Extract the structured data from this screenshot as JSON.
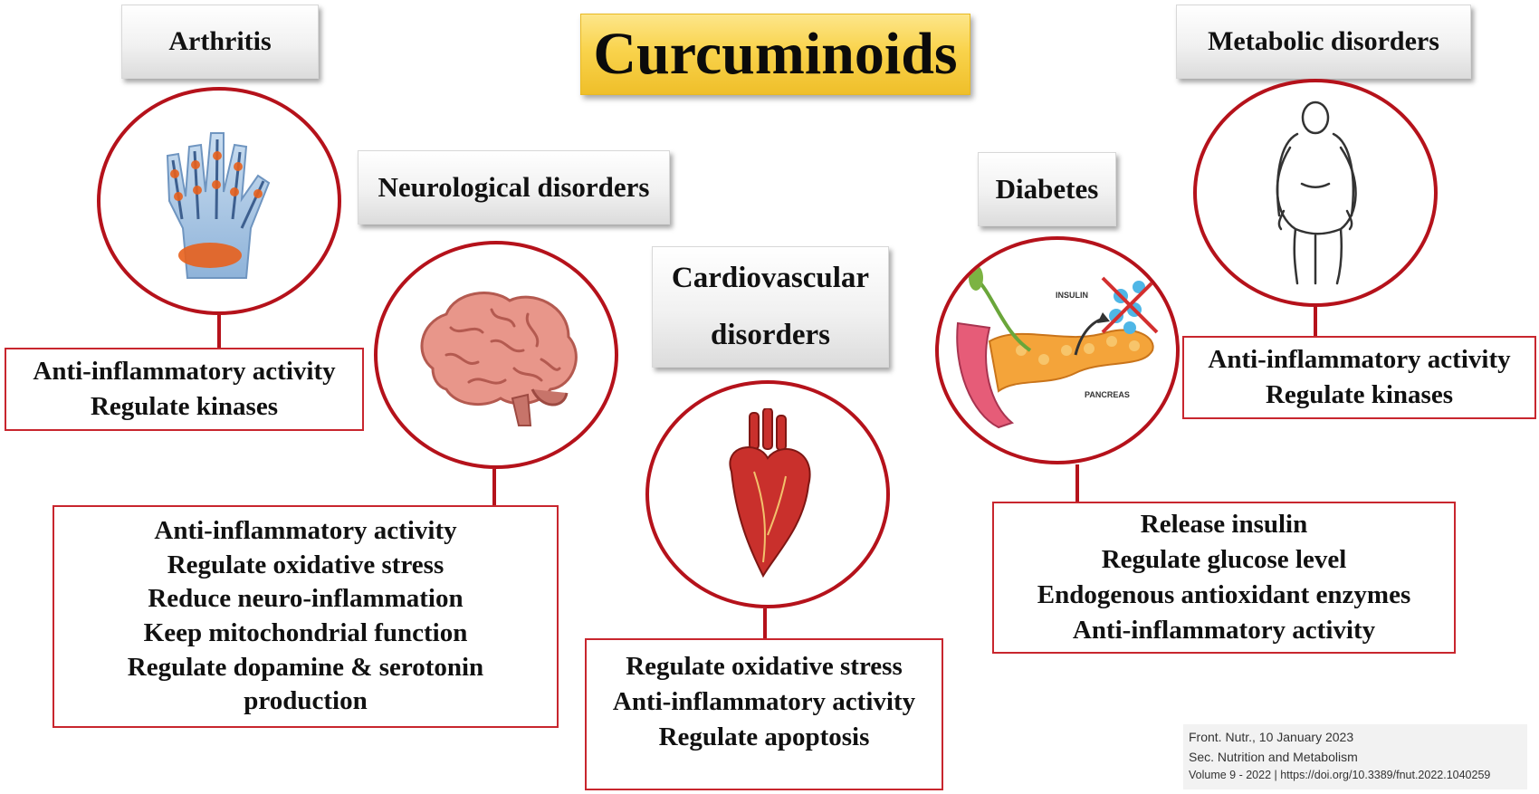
{
  "title": "Curcuminoids",
  "headers": {
    "arthritis": "Arthritis",
    "neuro": "Neurological disorders",
    "cardio_line1": "Cardiovascular",
    "cardio_line2": "disorders",
    "diabetes": "Diabetes",
    "metabolic": "Metabolic disorders"
  },
  "boxes": {
    "arthritis": [
      "Anti-inflammatory activity",
      "Regulate kinases"
    ],
    "neuro": [
      "Anti-inflammatory activity",
      "Regulate oxidative stress",
      "Reduce neuro-inflammation",
      "Keep mitochondrial function",
      "Regulate dopamine & serotonin",
      "production"
    ],
    "cardio": [
      "Regulate oxidative stress",
      "Anti-inflammatory activity",
      "Regulate  apoptosis"
    ],
    "diabetes": [
      "Release insulin",
      "Regulate glucose level",
      "Endogenous antioxidant enzymes",
      "Anti-inflammatory activity"
    ],
    "metabolic": [
      "Anti-inflammatory activity",
      "Regulate kinases"
    ]
  },
  "image_labels": {
    "insulin": "INSULIN",
    "pancreas": "PANCREAS"
  },
  "icons": {
    "arthritis": "hand-joints-icon",
    "neuro": "brain-icon",
    "cardio": "heart-icon",
    "diabetes": "pancreas-icon",
    "metabolic": "obese-body-icon"
  },
  "colors": {
    "accent_red": "#b5121b",
    "title_gold": "#f9d34c"
  },
  "citation": {
    "line1": "Front. Nutr., 10 January 2023",
    "line2": "Sec. Nutrition and Metabolism",
    "line3": "Volume 9 - 2022 | https://doi.org/10.3389/fnut.2022.1040259"
  }
}
